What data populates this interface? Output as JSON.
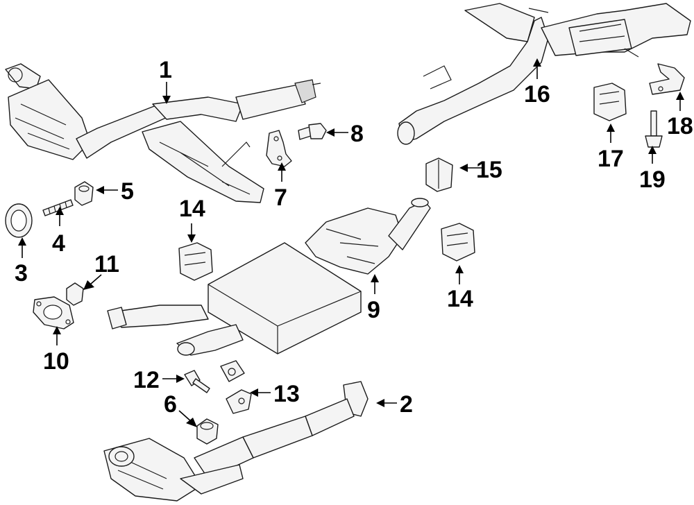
{
  "diagram": {
    "labels": {
      "l1": "1",
      "l2": "2",
      "l3": "3",
      "l4": "4",
      "l5": "5",
      "l6": "6",
      "l7": "7",
      "l8": "8",
      "l9": "9",
      "l10": "10",
      "l11": "11",
      "l12": "12",
      "l13": "13",
      "l14a": "14",
      "l14b": "14",
      "l15": "15",
      "l16": "16",
      "l17": "17",
      "l18": "18",
      "l19": "19"
    }
  }
}
